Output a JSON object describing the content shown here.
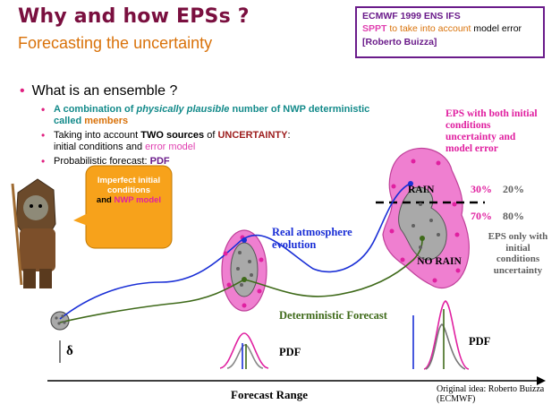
{
  "title": "Why and how EPSs ?",
  "subtitle": "Forecasting the uncertainty",
  "reference": {
    "line1": "ECMWF 1999 ENS IFS",
    "line2_highlight": "SPPT",
    "line2_mid": "to take into account",
    "line2_end": "model error",
    "line3": "[Roberto Buizza]"
  },
  "main_bullet": "What is an ensemble ?",
  "sub_bullets": {
    "b1_part1": "A combination of ",
    "b1_italic": "physically plausible",
    "b1_part2": " number of NWP deterministic called ",
    "b1_members": "members",
    "b2_part1": "Taking into account ",
    "b2_two": "TWO sources",
    "b2_part2": " of ",
    "b2_uncert": "UNCERTAINTY",
    "b2_colon": ":",
    "b2_part3": "initial conditions and ",
    "b2_error": "error model",
    "b3_part1": "Probabilistic forecast: ",
    "b3_pdf": "PDF"
  },
  "diagram": {
    "eps_both": "EPS with both initial conditions uncertainty and model error",
    "rain": "RAIN",
    "no_rain": "NO RAIN",
    "pct_rain_both": "30%",
    "pct_rain_ic": "20%",
    "pct_norain_both": "70%",
    "pct_norain_ic": "80%",
    "eps_ic_only": "EPS only with initial conditions uncertainty",
    "real_atmosphere": "Real atmosphere evolution",
    "deterministic": "Deterministic Forecast",
    "delta": "δ",
    "pdf_mid": "PDF",
    "pdf_right": "PDF",
    "forecast_range": "Forecast Range",
    "callout": "Imperfect initial conditions",
    "callout_and": "and",
    "callout_nwp": "NWP model",
    "credit": "Original idea: Roberto Buizza (ECMWF)"
  },
  "colors": {
    "title": "#7a0f3f",
    "pink_blob": "#ef7fd0",
    "real_line": "#1a2fd6",
    "det_line": "#3f6a1a",
    "gray_blob": "#a9a9a9"
  }
}
